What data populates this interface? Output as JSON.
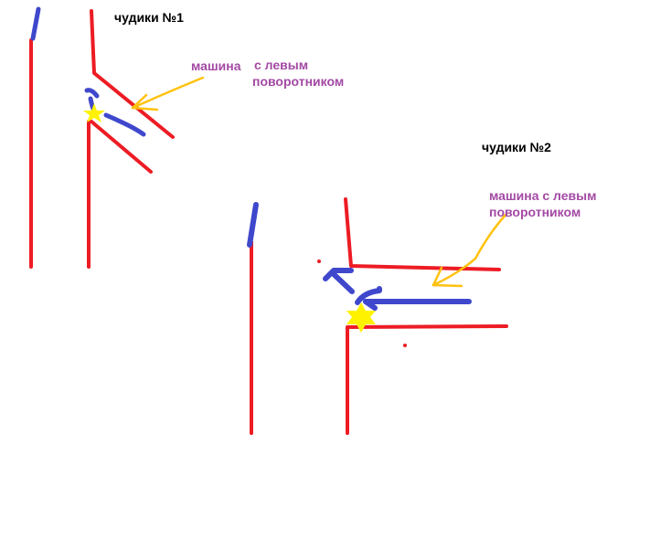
{
  "colors": {
    "road": "#ed1c24",
    "car_path": "#3f48cc",
    "pointer": "#ffc20e",
    "collision": "#fff200",
    "note": "#a349a4"
  },
  "diagram1": {
    "title": "чудики №1",
    "note_word1": "машина",
    "note_word2": "с левым",
    "note_line2": "поворотником"
  },
  "diagram2": {
    "title": "чудики №2",
    "note_line1": "машина с левым",
    "note_line2": "поворотником"
  }
}
